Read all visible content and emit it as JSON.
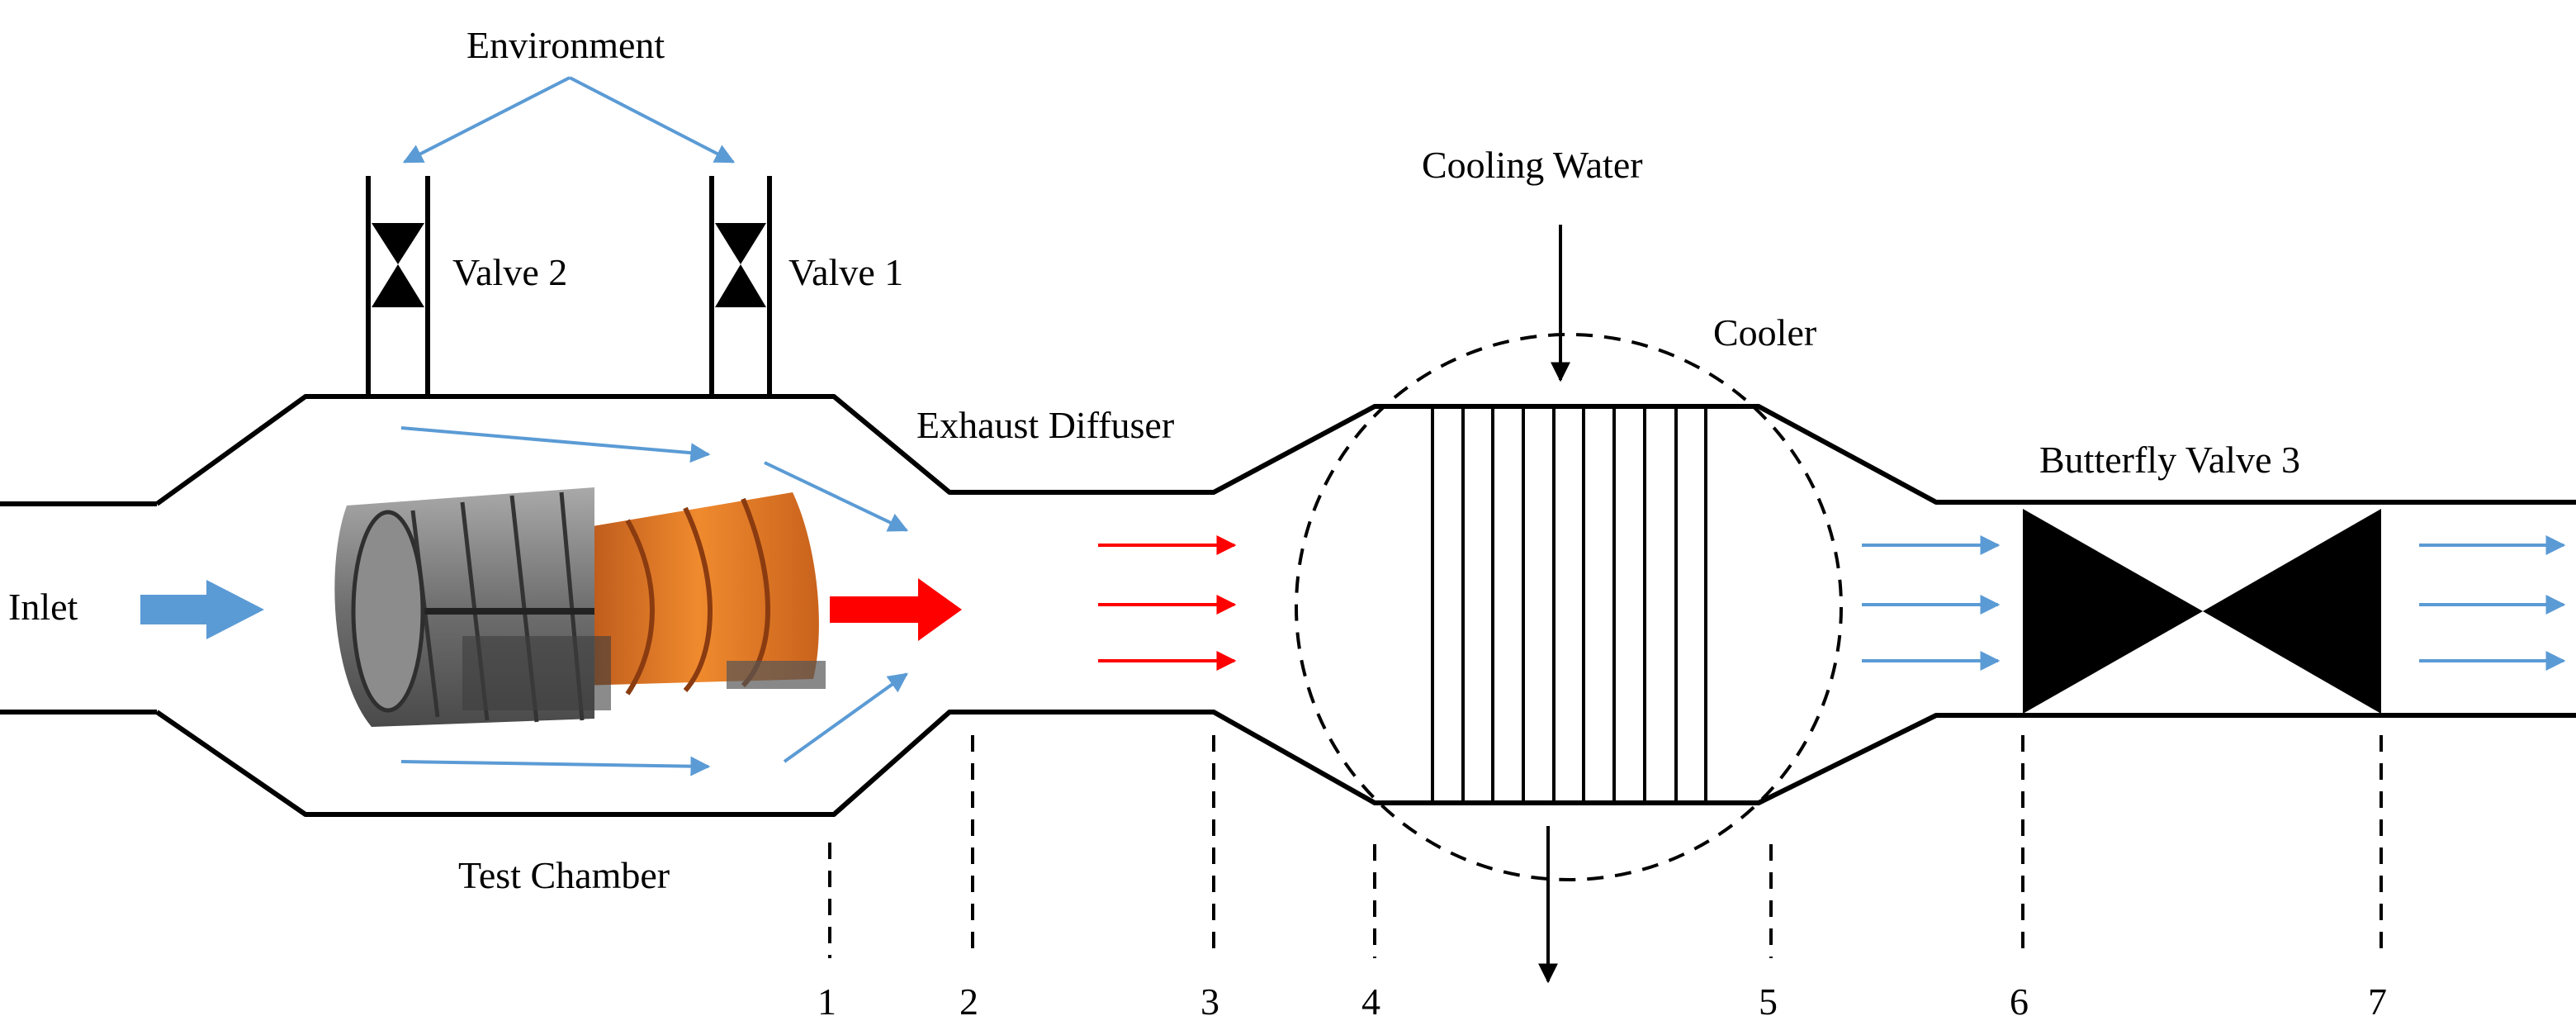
{
  "labels": {
    "environment": "Environment",
    "valve2": "Valve 2",
    "valve1": "Valve 1",
    "cooling_water": "Cooling Water",
    "cooler": "Cooler",
    "exhaust_diffuser": "Exhaust Diffuser",
    "butterfly_valve": "Butterfly Valve 3",
    "inlet": "Inlet",
    "test_chamber": "Test Chamber"
  },
  "stations": [
    "1",
    "2",
    "3",
    "4",
    "5",
    "6",
    "7"
  ],
  "colors": {
    "air_flow": "#5b9bd5",
    "hot_exhaust": "#ff0000",
    "lines": "#000000",
    "engine_casing": "#e8731c"
  },
  "icons": [
    "valve-icon",
    "butterfly-valve-icon",
    "jet-engine-icon",
    "heat-exchanger-icon"
  ]
}
